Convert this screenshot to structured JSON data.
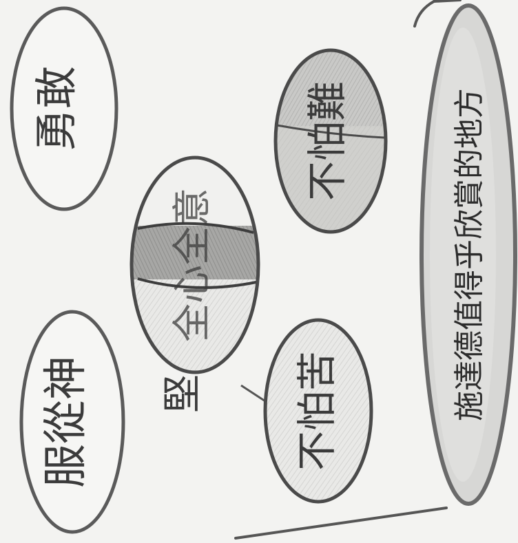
{
  "diagram": {
    "nodes": {
      "top_left": "勇敢",
      "bottom_left": "服從神",
      "center": "全心全意",
      "center_prefix": "堅",
      "right_upper": "不怕難",
      "right_lower": "不怕苦",
      "main": "施達德值得乎欣賞的地方"
    }
  }
}
